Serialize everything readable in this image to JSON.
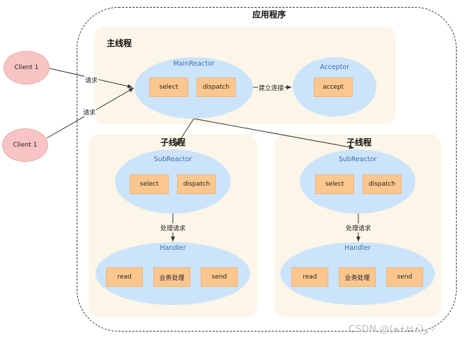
{
  "app": {
    "title": "应用程序"
  },
  "clients": [
    {
      "label": "Client 1"
    },
    {
      "label": "Client 1"
    }
  ],
  "main_thread": {
    "title": "主线程",
    "main_reactor": {
      "label": "MainReactor",
      "select": "select",
      "dispatch": "dispatch"
    },
    "acceptor": {
      "label": "Acceptor",
      "accept": "accept"
    },
    "edge_connect": "建立连接"
  },
  "edges": {
    "request_1": "请求",
    "request_2": "请求"
  },
  "sub_threads": [
    {
      "title": "子线程",
      "sub_reactor": {
        "label": "SubReactor",
        "select": "select",
        "dispatch": "dispatch"
      },
      "edge_process": "处理请求",
      "handler": {
        "label": "Handler",
        "read": "read",
        "business": "业务处理",
        "send": "send"
      }
    },
    {
      "title": "子线程",
      "sub_reactor": {
        "label": "SubReactor",
        "select": "select",
        "dispatch": "dispatch"
      },
      "edge_process": "处理请求",
      "handler": {
        "label": "Handler",
        "read": "read",
        "business": "业务处理",
        "send": "send"
      }
    }
  ],
  "watermark": "CSDN @(๑•̀ㅂ•́)و✧"
}
